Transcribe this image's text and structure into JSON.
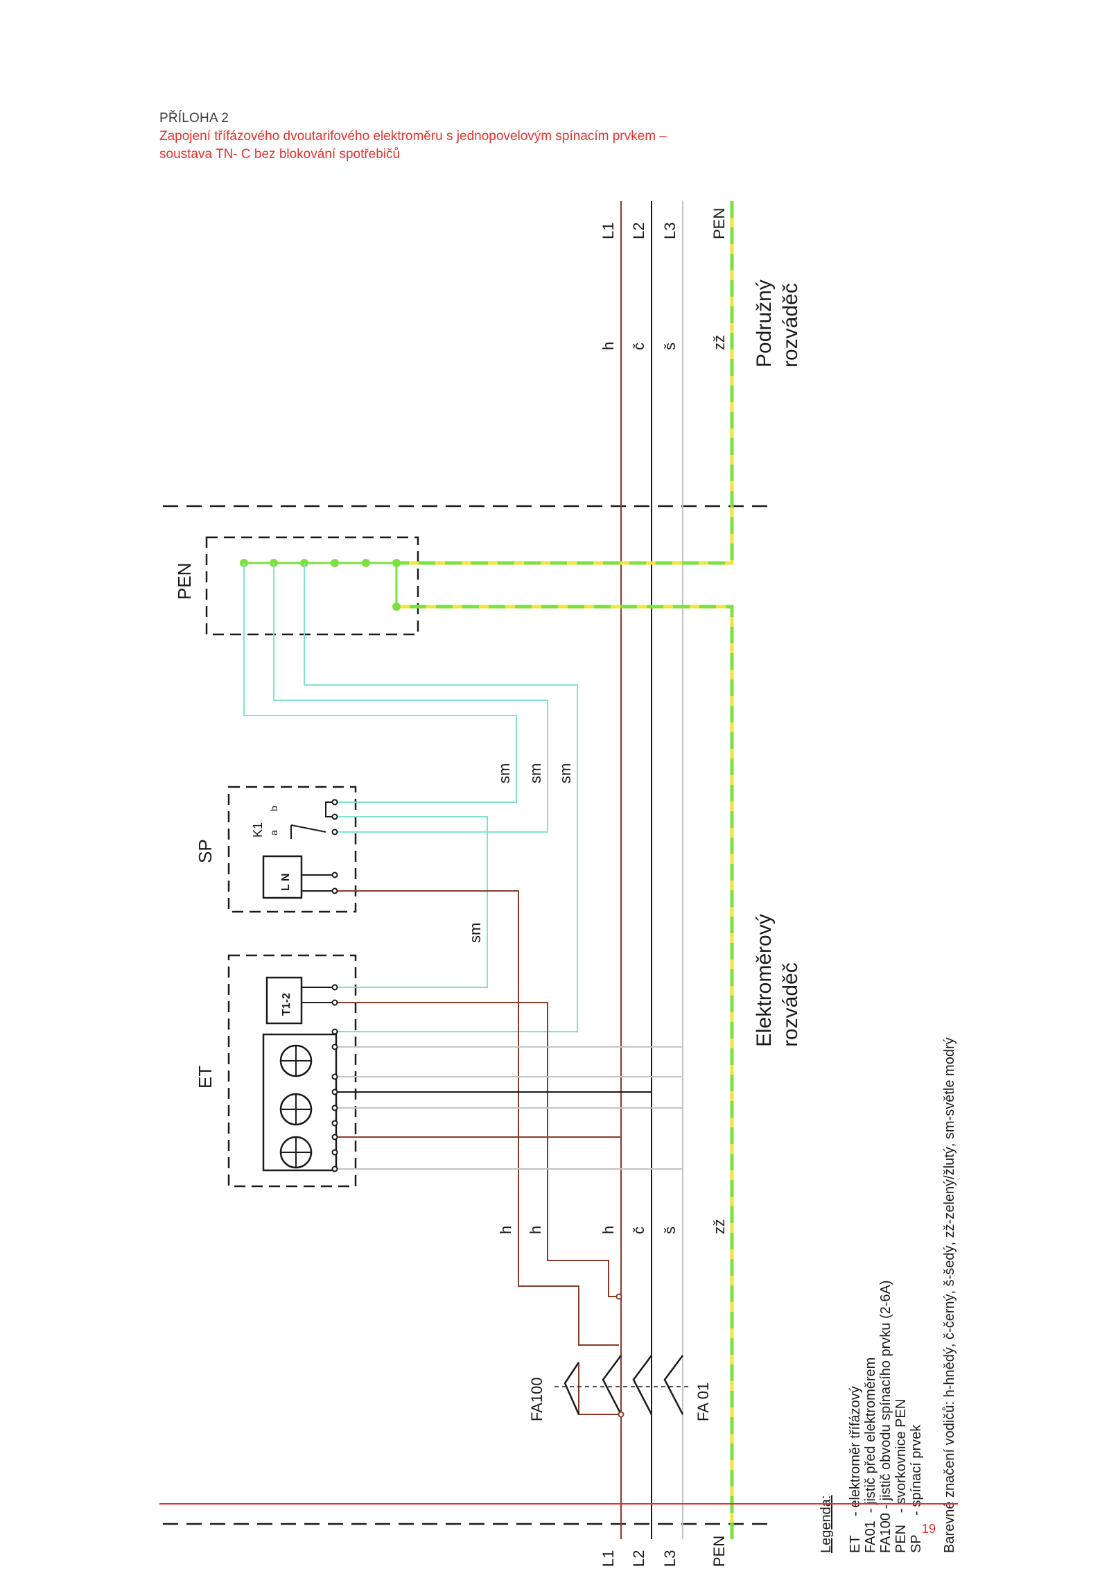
{
  "header": {
    "label": "PŘÍLOHA 2",
    "title_line1": "Zapojení třífázového dvoutarifového elektroměru s jednopovelovým spínacím prvkem –",
    "title_line2": "soustava TN- C bez blokování spotřebičů"
  },
  "page_number": "19",
  "colors": {
    "brown": "#8b3a2a",
    "black": "#1a1a1a",
    "grey": "#c4c4c4",
    "cyan": "#7fe3d4",
    "pen_green": "#7ce040",
    "pen_yellow": "#f0e63a",
    "accent_red": "#e8302a"
  },
  "labels": {
    "box_et": "ET",
    "box_sp": "SP",
    "box_pen": "PEN",
    "k1": "K1",
    "contact_a": "a",
    "contact_b": "b",
    "coil_ln": "L N",
    "tariff": "T1-2",
    "breaker_fa100": "FA100",
    "breaker_fa01": "FA 01",
    "left_l1": "L1",
    "left_l2": "L2",
    "left_l3": "L3",
    "left_pen": "PEN",
    "right_l1": "L1",
    "right_l2": "L2",
    "right_l3": "L3",
    "right_pen": "PEN",
    "w_h": "h",
    "w_c": "č",
    "w_s": "š",
    "w_zz": "zž",
    "w_sm": "sm",
    "elektromerovy_1": "Elektroměrový",
    "elektromerovy_2": "rozváděč",
    "podruzny_1": "Podružný",
    "podruzny_2": "rozváděč"
  },
  "legend": {
    "title": "Legenda:",
    "items": [
      "ET     - elektroměr třífázový",
      "FA01  - jistič před elektroměrem",
      "FA100 - jistič obvodu spínacího prvku (2-6A)",
      "PEN   - svorkovnice PEN",
      "SP     - spínací prvek"
    ],
    "colors_note": "Barevné značení vodičů: h-hnědý, č-černý, š-šedý, zž-zelený/žlutý, sm-světle modrý"
  }
}
